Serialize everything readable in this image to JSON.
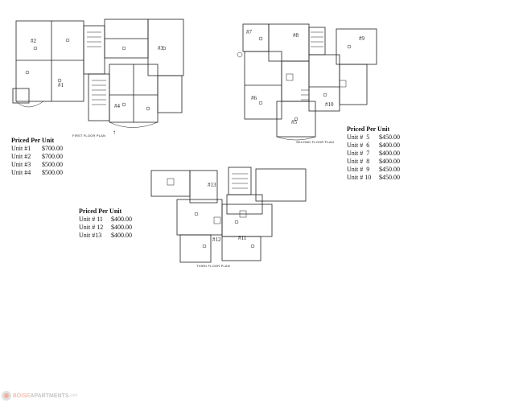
{
  "plans": {
    "first": {
      "caption": "FIRST FLOOR PLAN"
    },
    "second": {
      "caption": "SECOND FLOOR PLAN"
    },
    "third": {
      "caption": "THIRD FLOOR PLAN"
    }
  },
  "price_lists": {
    "first": {
      "header": "Priced Per Unit",
      "rows": [
        {
          "unit": "Unit #1",
          "price": "$700.00"
        },
        {
          "unit": "Unit #2",
          "price": "$700.00"
        },
        {
          "unit": "Unit #3",
          "price": "$500.00"
        },
        {
          "unit": "Unit #4",
          "price": "$500.00"
        }
      ]
    },
    "second": {
      "header": "Priced Per Unit",
      "rows": [
        {
          "unit": "Unit #  5",
          "price": "$450.00"
        },
        {
          "unit": "Unit #  6",
          "price": "$400.00"
        },
        {
          "unit": "Unit #  7",
          "price": "$400.00"
        },
        {
          "unit": "Unit #  8",
          "price": "$400.00"
        },
        {
          "unit": "Unit #  9",
          "price": "$450.00"
        },
        {
          "unit": "Unit # 10",
          "price": "$450.00"
        }
      ]
    },
    "third": {
      "header": "Priced Per Unit",
      "rows": [
        {
          "unit": "Unit # 11",
          "price": "$400.00"
        },
        {
          "unit": "Unit # 12",
          "price": "$400.00"
        },
        {
          "unit": "Unit #13",
          "price": "$400.00"
        }
      ]
    }
  },
  "unit_labels": {
    "first": [
      "#2",
      "#1",
      "#3",
      "#4"
    ],
    "second": [
      "#7",
      "#8",
      "#9",
      "#6",
      "#10",
      "#5"
    ],
    "third": [
      "#13",
      "#12",
      "#11"
    ]
  },
  "watermark": {
    "part1": "BOISE",
    "part2": "APARTMENTS",
    "part3": ".com"
  }
}
